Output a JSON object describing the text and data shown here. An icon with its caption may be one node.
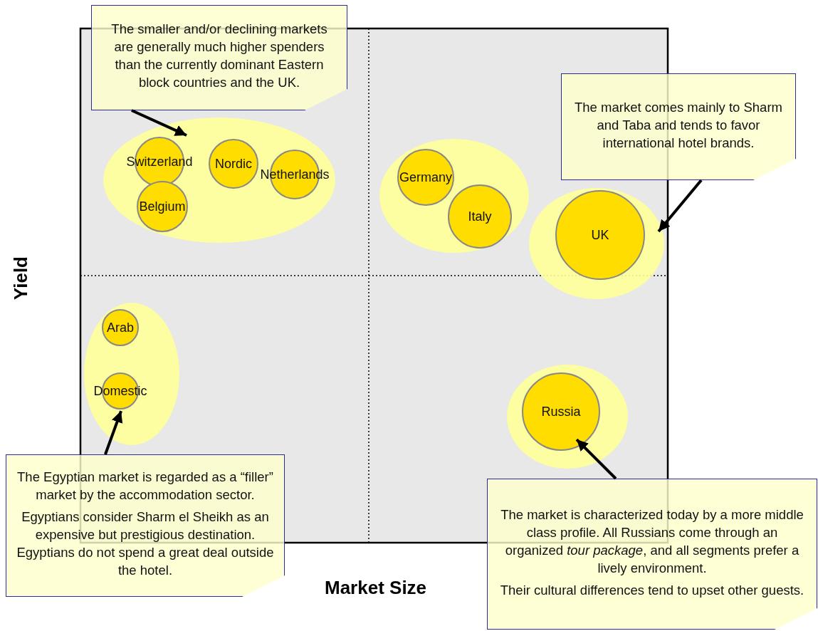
{
  "diagram": {
    "nodes": [
      {
        "text": [
          "The smaller and/or declining markets are generally much higher spenders than the currently dominant Eastern block countries and the UK."
        ]
      },
      {
        "text": [],
        "shape": "ellipse"
      },
      {
        "text": [
          "Switzerland"
        ],
        "in": 1
      },
      {
        "text": [
          "Nordic"
        ],
        "in": 1
      },
      {
        "text": [
          "Netherlands"
        ],
        "in": 1
      },
      {
        "text": [
          "Belgium"
        ],
        "in": 1
      },
      {
        "text": [],
        "shape": "ellipse"
      },
      {
        "text": [
          "Germany"
        ],
        "in": 6
      },
      {
        "text": [
          "Italy"
        ],
        "in": 6
      },
      {
        "text": [
          "The market comes mainly to Sharm and Taba and tends to favor international hotel brands."
        ]
      },
      {
        "text": [],
        "shape": "ellipse"
      },
      {
        "text": [
          "UK"
        ],
        "in": 10
      },
      {
        "text": [],
        "shape": "ellipse"
      },
      {
        "text": [
          "Arab"
        ],
        "in": 12
      },
      {
        "text": [
          "Domestic"
        ],
        "in": 12
      },
      {
        "text": [],
        "shape": "ellipse"
      },
      {
        "text": [
          "Russia"
        ],
        "in": 15
      },
      {
        "text": [
          "The Egyptian market is regarded as a “filler” market by the accommodation sector.",
          "Egyptians consider Sharm el Sheikh as an expensive but prestigious destination. Egyptians do not spend a great deal outside the hotel."
        ]
      },
      {
        "text": [
          "The market is characterized today by a more middle class profile. All Russians come through an organized *tour package*, and all segments prefer a lively environment.",
          "Their cultural differences tend to upset other guests."
        ]
      }
    ],
    "edges": [
      {
        "from": 0,
        "to": 1,
        "arrow": "to"
      },
      {
        "from": 9,
        "to": 10,
        "arrow": "to"
      },
      {
        "from": 17,
        "to": 14,
        "arrow": "to"
      },
      {
        "from": 18,
        "to": 16,
        "arrow": "to"
      }
    ],
    "labels": [
      "Yield",
      "Market Size"
    ]
  }
}
